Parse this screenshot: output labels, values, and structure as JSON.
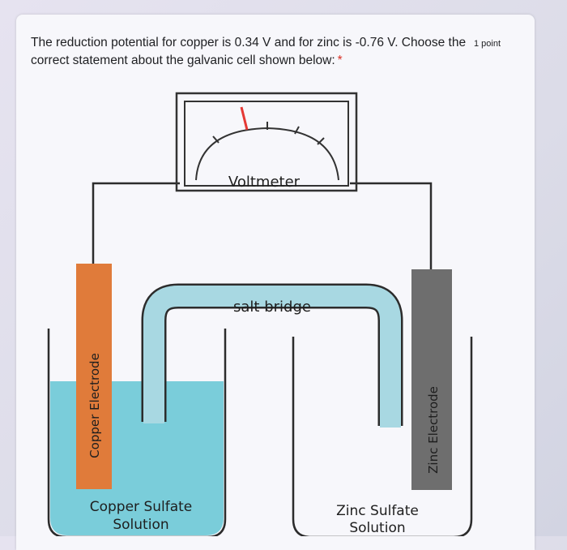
{
  "question": {
    "text": "The reduction potential for copper is 0.34 V and for zinc is -0.76 V. Choose the correct statement about the galvanic cell shown below:",
    "required_marker": "*",
    "points_label": "1 point"
  },
  "diagram": {
    "voltmeter_label": "Voltmeter",
    "salt_bridge_label": "salt bridge",
    "left_electrode_label": "Copper Electrode",
    "right_electrode_label": "Zinc Electrode",
    "left_solution_line1": "Copper Sulfate",
    "left_solution_line2": "Solution",
    "right_solution_line1": "Zinc Sulfate",
    "right_solution_line2": "Solution",
    "colors": {
      "copper_electrode": "#e07b3a",
      "zinc_electrode": "#6e6e6e",
      "copper_solution": "#6cc8d6",
      "salt_bridge_fill": "#a8d8e2",
      "needle": "#e53935"
    }
  }
}
